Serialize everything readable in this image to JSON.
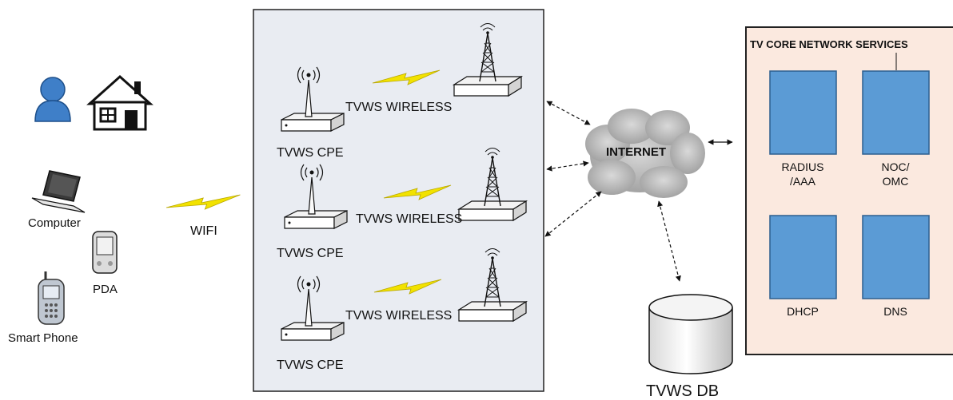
{
  "devices": {
    "computer": "Computer",
    "pda": "PDA",
    "smart_phone": "Smart Phone"
  },
  "wifi_label": "WIFI",
  "cpe_label": "TVWS CPE",
  "wireless_label": "TVWS WIRELESS",
  "internet_label": "INTERNET",
  "db_label": "TVWS DB",
  "core": {
    "title": "TV CORE NETWORK SERVICES",
    "services": [
      {
        "line1": "RADIUS",
        "line2": "/AAA"
      },
      {
        "line1": "NOC/",
        "line2": "OMC"
      },
      {
        "line1": "DHCP",
        "line2": ""
      },
      {
        "line1": "DNS",
        "line2": ""
      }
    ]
  },
  "colors": {
    "cpe_panel_bg": "#e9ecf2",
    "core_panel_bg": "#fbe9df",
    "service_box": "#5b9bd5",
    "lightning": "#f2e200",
    "cloud": "#b5b5b5",
    "person": "#3f7fc8"
  }
}
